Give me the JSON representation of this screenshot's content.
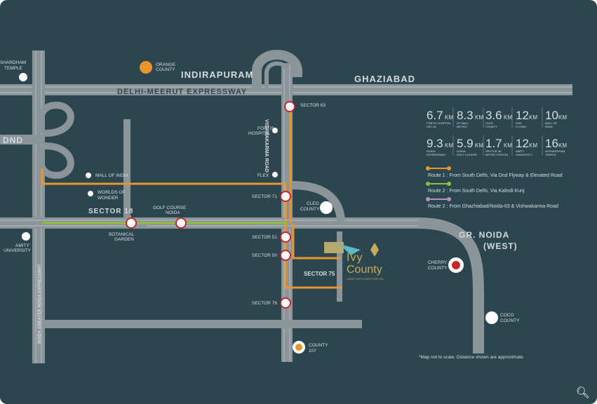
{
  "colors": {
    "background": "#2c4650",
    "road": "#8b9498",
    "route1": "#e8962c",
    "route2": "#8fbf3f",
    "route3": "#b98fc6",
    "sign": "#c8242a",
    "accent_teal": "#5fb8c4"
  },
  "areas": {
    "indirapuram": "INDIRAPURAM",
    "ghaziabad": "GHAZIABAD",
    "dnd": "DND",
    "sector18": "SECTOR 18",
    "gr_noida": "GR. NOIDA",
    "gr_noida_west": "(WEST)",
    "sector75": "SECTOR 75"
  },
  "roads": {
    "delhi_meerut": "DELHI-MEERUT EXPRESSWAY",
    "vishwakarma": "VISHWAKARMA ROAD",
    "noida_gn": "NOIDA GREATER NOIDA EXPRESSWAY"
  },
  "places": {
    "akshardham": [
      "SHARDHAM",
      "TEMPLE"
    ],
    "orange_county": [
      "ORANGE",
      "COUNTY"
    ],
    "fortis": [
      "FORTIS",
      "HOSPITAL"
    ],
    "flex": "FLEX",
    "mall_of_india": "MALL OF INDIA",
    "worlds_of_wonder": [
      "WORLDS OF",
      "WONDER"
    ],
    "golf_course": [
      "GOLF COURSE",
      "NOIDA"
    ],
    "botanical": [
      "BOTANICAL",
      "GARDEN"
    ],
    "amity": [
      "AMITY",
      "UNIVERSITY"
    ],
    "cleo_county": [
      "CLEO",
      "COUNTY"
    ],
    "cherry_county": [
      "CHERRY",
      "COUNTY"
    ],
    "coco_county": [
      "COCO",
      "COUNTY"
    ],
    "county_107": [
      "COUNTY",
      "107"
    ],
    "sector63": "SECTOR 63",
    "sector71": "SECTOR 71",
    "sector51": "SECTOR 51",
    "sector50": "SECTOR 50",
    "sector76": "SECTOR 76"
  },
  "logo": {
    "line1": "Ivy",
    "line2": "County",
    "tagline": "LIVING THAT'S RIGHT FOR YOU"
  },
  "distances": [
    {
      "value": "6.7",
      "unit": "KM",
      "label": [
        "FORTIS HOSPITAL",
        "SEC-62"
      ]
    },
    {
      "value": "8.3",
      "unit": "KM",
      "label": [
        "DP MALL",
        "METRO"
      ]
    },
    {
      "value": "3.6",
      "unit": "KM",
      "label": [
        "CLEO",
        "COUNTY"
      ]
    },
    {
      "value": "12",
      "unit": "KM",
      "label": [
        "DND",
        "FLYWAY"
      ]
    },
    {
      "value": "10",
      "unit": "KM",
      "label": [
        "MALL OF",
        "INDIA"
      ]
    },
    {
      "value": "9.3",
      "unit": "KM",
      "label": [
        "NOIDA",
        "EXPRESSWAY"
      ]
    },
    {
      "value": "5.9",
      "unit": "KM",
      "label": [
        "NOIDA",
        "GOLF COURSE"
      ]
    },
    {
      "value": "1.7",
      "unit": "KM",
      "label": [
        "SECTOR 2A",
        "METRO STATION"
      ]
    },
    {
      "value": "12",
      "unit": "KM",
      "label": [
        "AMITY",
        "UNIVERSITY"
      ]
    },
    {
      "value": "16",
      "unit": "KM",
      "label": [
        "AKSHARDHAM",
        "TEMPLE"
      ]
    }
  ],
  "legend": [
    {
      "text": "Route 1 : From South Delhi, Via Dnd Flyway & Elevated Road",
      "color": "#e8962c"
    },
    {
      "text": "Route 2 : From South Delhi, Via Kalindi Kunj",
      "color": "#8fbf3f"
    },
    {
      "text": "Route 2 : From Ghazhiabad/Noida-63 & Vishwakarma Road",
      "color": "#b98fc6"
    }
  ],
  "note": "*Map not to scale. Distance shown are approximate.",
  "icons": {
    "zoom": "magnifier-icon"
  }
}
